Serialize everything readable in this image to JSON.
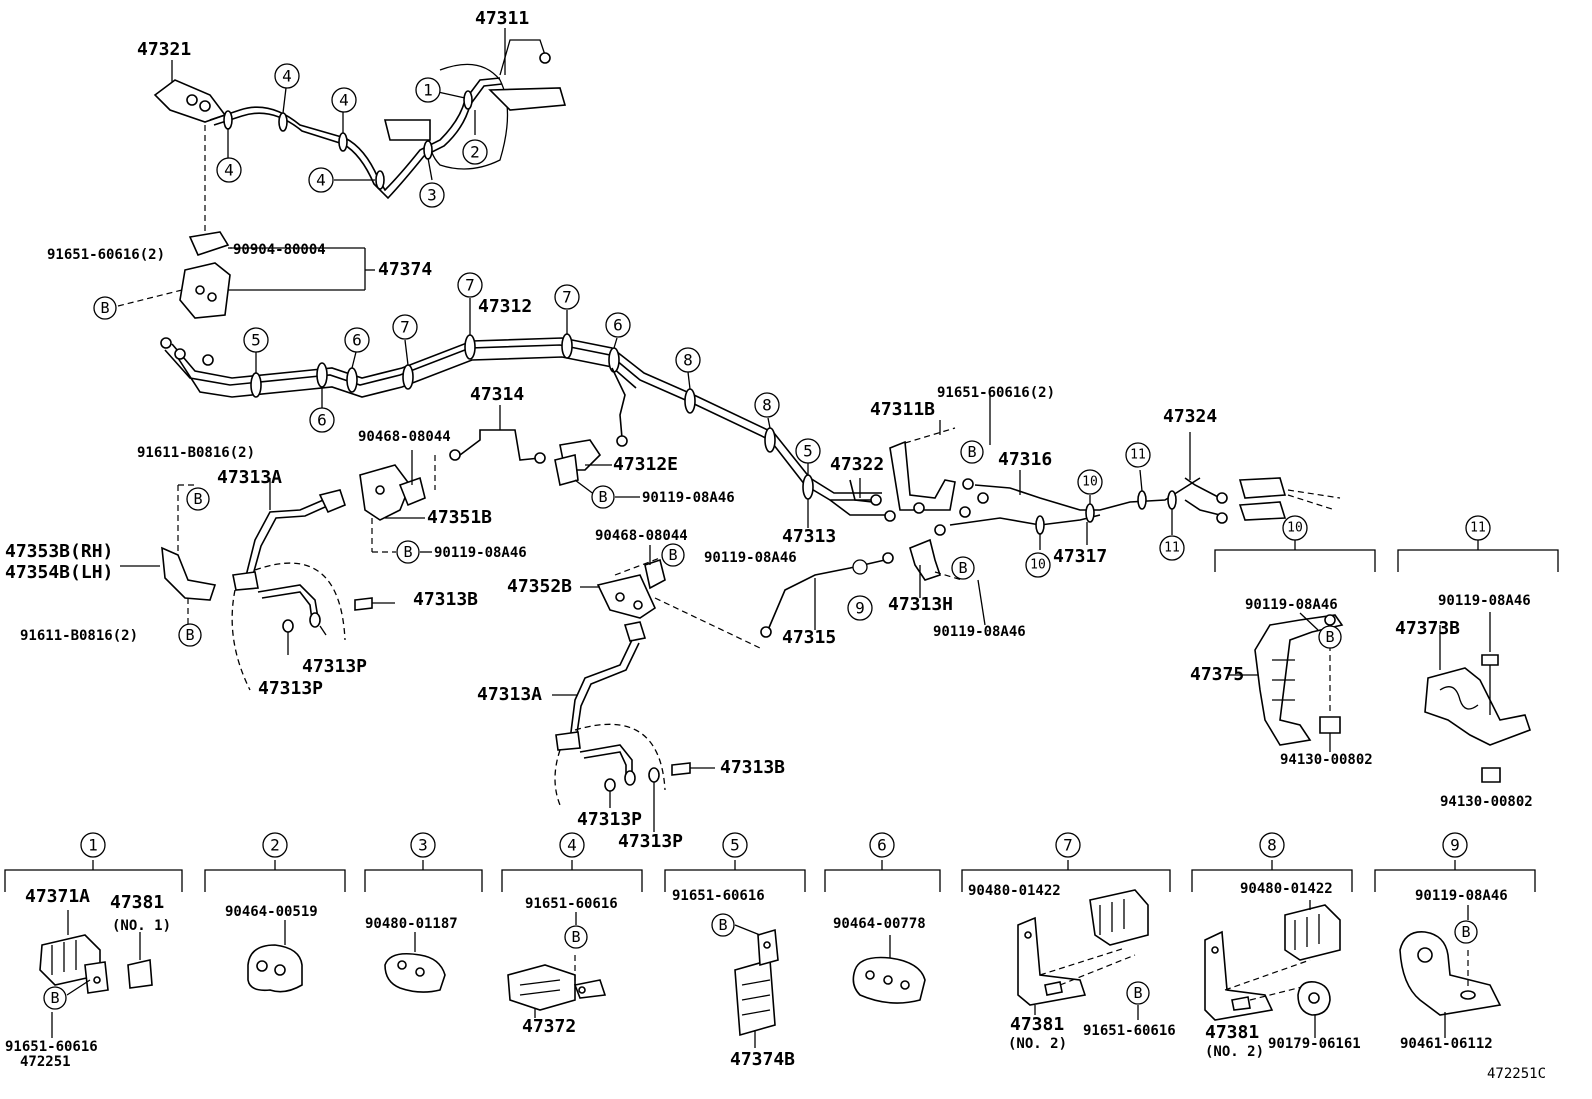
{
  "labels": {
    "p47311": "47311",
    "p47321": "47321",
    "p91651_2a": "91651-60616(2)",
    "p90904": "90904-80004",
    "p47374": "47374",
    "p47312": "47312",
    "p47314": "47314",
    "p90468_a": "90468-08044",
    "p91611_a": "91611-B0816(2)",
    "p47313A_a": "47313A",
    "p47312E": "47312E",
    "p90119_a": "90119-08A46",
    "p47351B": "47351B",
    "p90119_b": "90119-08A46",
    "p47353B": "47353B(RH)",
    "p47354B": "47354B(LH)",
    "p47313B_a": "47313B",
    "p91611_b": "91611-B0816(2)",
    "p47313P_a": "47313P",
    "p47313P_b": "47313P",
    "p91651_2b": "91651-60616(2)",
    "p47311B": "47311B",
    "p47324": "47324",
    "p47322": "47322",
    "p47316": "47316",
    "p47313": "47313",
    "p47317": "47317",
    "p90468_b": "90468-08044",
    "p90119_c": "90119-08A46",
    "p47352B": "47352B",
    "p47313H": "47313H",
    "p47315": "47315",
    "p90119_d": "90119-08A46",
    "p47313A_b": "47313A",
    "p47313B_b": "47313B",
    "p47313P_c": "47313P",
    "p47313P_d": "47313P",
    "p90119_e": "90119-08A46",
    "p47375": "47375",
    "p94130_a": "94130-00802",
    "p90119_f": "90119-08A46",
    "p47373B": "47373B",
    "p94130_b": "94130-00802",
    "p47371A": "47371A",
    "p47381_1": "47381",
    "no1": "(NO. 1)",
    "p91651_k1": "91651-60616",
    "p472251": "472251",
    "p90464_a": "90464-00519",
    "p90480_a": "90480-01187",
    "p91651_k4": "91651-60616",
    "p47372": "47372",
    "p91651_k5": "91651-60616",
    "p47374B": "47374B",
    "p90464_b": "90464-00778",
    "p90480_b": "90480-01422",
    "p47381_7": "47381",
    "no2a": "(NO. 2)",
    "p91651_k7": "91651-60616",
    "p90480_c": "90480-01422",
    "p47381_8": "47381",
    "no2b": "(NO. 2)",
    "p90179": "90179-06161",
    "p90119_k9": "90119-08A46",
    "p90461": "90461-06112",
    "figcode": "472251C"
  },
  "markers": {
    "n1": "1",
    "n2": "2",
    "n3": "3",
    "n4": "4",
    "n5": "5",
    "n6": "6",
    "n7": "7",
    "n8": "8",
    "n9": "9",
    "n10": "10",
    "n11": "11",
    "b": "B"
  }
}
